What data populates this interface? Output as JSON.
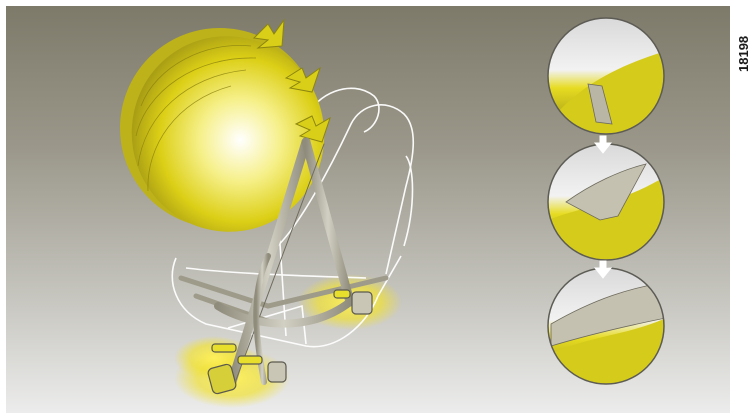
{
  "figure": {
    "reference_code": "18198",
    "description_icon": "airbag-seat-belt-illustration",
    "detail_steps": 3,
    "colors": {
      "background_top": "#7e7a6a",
      "background_bottom": "#ececec",
      "accent_yellow": "#e8dc1a",
      "belt": "#b9b7a6",
      "seat_outline": "#ffffff"
    }
  }
}
